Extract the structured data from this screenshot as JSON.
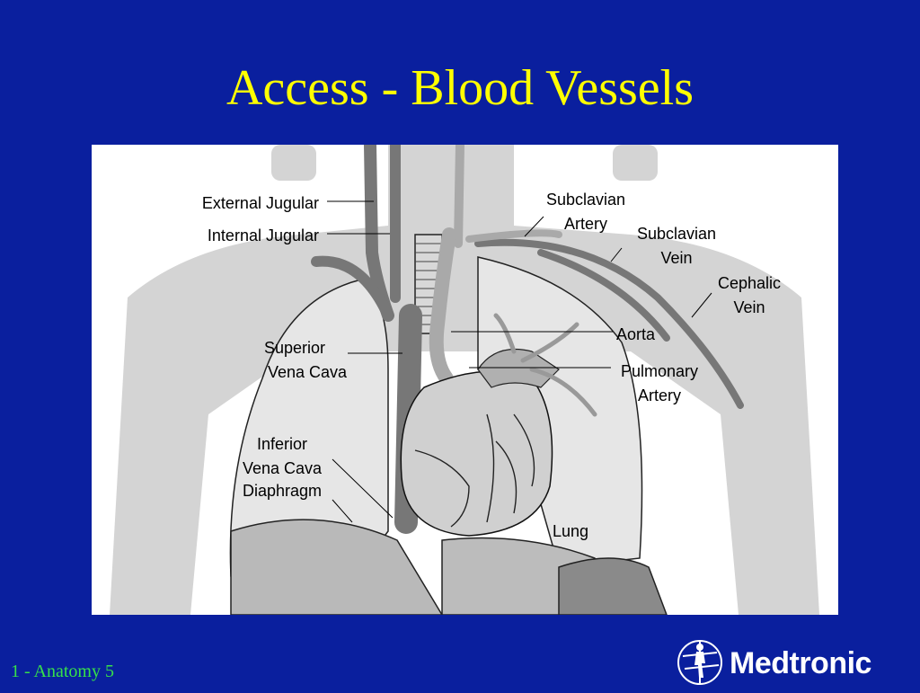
{
  "slide": {
    "title": "Access - Blood Vessels",
    "footer": "1 - Anatomy 5",
    "brand": "Medtronic"
  },
  "diagram": {
    "labels": {
      "external_jugular": "External Jugular",
      "internal_jugular": "Internal Jugular",
      "subclavian_artery": [
        "Subclavian",
        "Artery"
      ],
      "subclavian_vein": [
        "Subclavian",
        "Vein"
      ],
      "cephalic_vein": [
        "Cephalic",
        "Vein"
      ],
      "aorta": "Aorta",
      "pulmonary_artery": [
        "Pulmonary",
        "Artery"
      ],
      "superior_vena_cava": [
        "Superior",
        "Vena Cava"
      ],
      "inferior_vena_cava": [
        "Inferior",
        "Vena Cava"
      ],
      "diaphragm": "Diaphragm",
      "lung": "Lung"
    }
  },
  "colors": {
    "background": "#0a1f9e",
    "title": "#ffff00",
    "footer": "#36e04a"
  }
}
